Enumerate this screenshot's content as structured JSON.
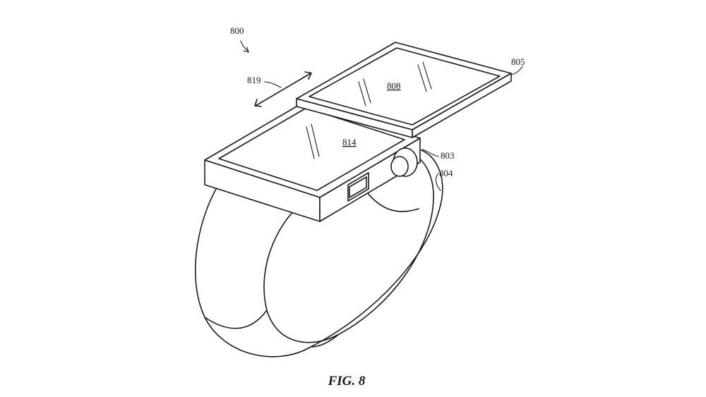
{
  "figure": {
    "caption": "FIG. 8",
    "labels": {
      "device": "800",
      "motion_arrow": "819",
      "upper_display": "808",
      "upper_housing": "805",
      "lower_display": "814",
      "housing": "803",
      "band": "804"
    }
  }
}
